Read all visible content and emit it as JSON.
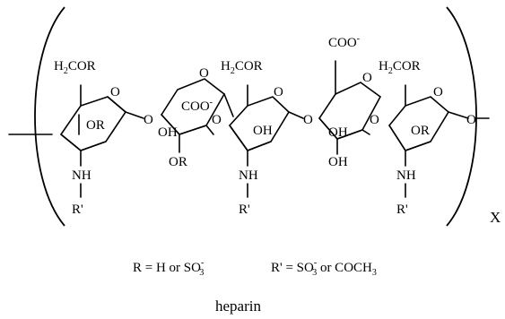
{
  "structure": {
    "units": [
      {
        "top_label": "H",
        "top_label_sub": "2",
        "top_label_tail": "COR",
        "left_sub": "OR",
        "bottom_sub": "NH",
        "bottom_tail": "R'"
      },
      {
        "top_label": "COO",
        "top_label_sup": "-",
        "left_sub": "OH",
        "bottom_sub": "OR"
      },
      {
        "top_label": "H",
        "top_label_sub": "2",
        "top_label_tail": "COR",
        "left_sub": "OH",
        "bottom_sub": "NH",
        "bottom_tail": "R'"
      },
      {
        "top_label": "COO",
        "top_label_sup": "-",
        "left_sub": "OH",
        "bottom_sub": "OH"
      },
      {
        "top_label": "H",
        "top_label_sub": "2",
        "top_label_tail": "COR",
        "left_sub": "OR",
        "bottom_sub": "NH",
        "bottom_tail": "R'"
      }
    ],
    "ring_oxygen": "O",
    "linker_oxygen": "O",
    "repeat_label": "X"
  },
  "definitions": {
    "r_def": {
      "lhs": "R = H or SO",
      "sub": "3",
      "sup": "-"
    },
    "rprime_def": {
      "lhs": "R' = SO",
      "sub": "3",
      "sup": "-",
      "rhs": " or COCH",
      "rhs_sub": "3"
    }
  },
  "caption": "heparin"
}
